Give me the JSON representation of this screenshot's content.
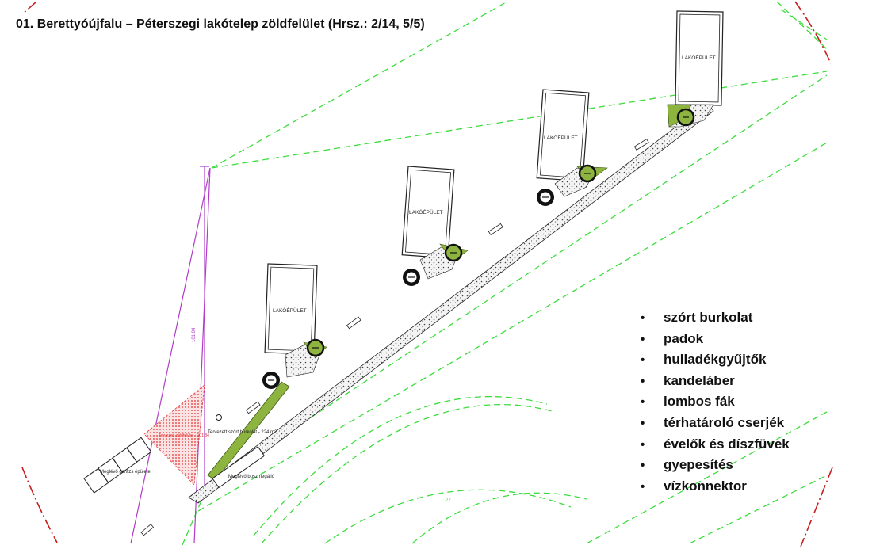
{
  "title": "01. Berettyóújfalu – Péterszegi lakótelep zöldfelület (Hrsz.: 2/14, 5/5)",
  "building_label": "LAKÓÉPÜLET",
  "bus_stop_label": "Meglévő buszmegálló",
  "garage_label": "Meglévő garázs épülete",
  "paving_label": "Tervezett szórt burkolat - 224 m2",
  "dimension_label": "101.84",
  "hatch_label": "Tervezett zöldfelület - 101.84",
  "page_number": "27",
  "legend": {
    "bullet": "•",
    "items": [
      "szórt burkolat",
      "padok",
      "hulladékgyűjtők",
      "kandeláber",
      "lombos fák",
      "térhatároló cserjék",
      "évelők és díszfüvek",
      "gyepesítés",
      "vízkonnektor"
    ]
  },
  "colors": {
    "parcel_line": "#3ddc3d",
    "planting": "#8db43e",
    "boundary": "#c81e1e",
    "dimension": "#b03cc8",
    "hatch": "#e23232"
  }
}
